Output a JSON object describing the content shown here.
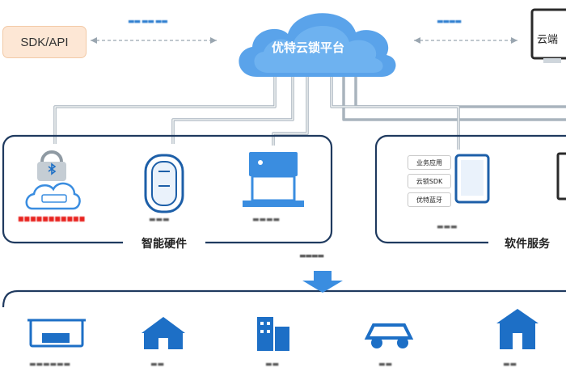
{
  "sdk_label": "SDK/API",
  "cloud_label": "优特云锁平台",
  "monitor_label": "云端",
  "hardware_tab": "智能硬件",
  "software_tab": "软件服务",
  "app_menu": [
    "业务应用",
    "云锁SDK",
    "优特蓝牙"
  ],
  "colors": {
    "accent": "#3a8de0",
    "frame": "#1f3a5f",
    "line": "#9aa6b0"
  },
  "icons": [
    "bluetooth-lock-icon",
    "smart-key-icon",
    "key-cabinet-icon",
    "tablet-icon",
    "cabinet-icon",
    "substation-icon",
    "building-icon",
    "vehicle-icon",
    "station-icon"
  ]
}
